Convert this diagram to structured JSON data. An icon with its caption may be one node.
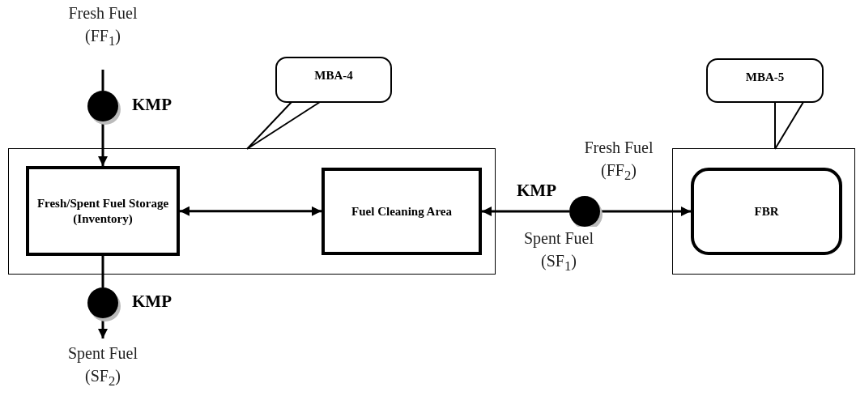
{
  "diagram": {
    "nodes": [
      {
        "text": [
          "Fresh Fuel (FF$_{1}$)"
        ]
      },
      {
        "text": [],
        "shape": "circle",
        "beside": [
          "KMP"
        ]
      },
      {
        "text": [],
        "shape": "box"
      },
      {
        "text": [
          "Fresh/Spent Fuel Storage (Inventory)"
        ],
        "in": 2
      },
      {
        "text": [
          "Fuel Cleaning Area"
        ],
        "in": 2
      },
      {
        "text": [
          "MBA-4"
        ]
      },
      {
        "text": [],
        "shape": "circle",
        "beside": [
          "KMP"
        ]
      },
      {
        "text": [
          "Spent Fuel (SF$_{2}$)"
        ]
      },
      {
        "text": [],
        "shape": "circle",
        "beside": [
          "KMP"
        ]
      },
      {
        "text": [],
        "shape": "box"
      },
      {
        "text": [
          "FBR"
        ],
        "in": 9
      },
      {
        "text": [
          "MBA-5"
        ]
      }
    ],
    "edges": [
      {
        "from": 0,
        "to": 1,
        "arrow": "none"
      },
      {
        "from": 1,
        "to": 3,
        "arrow": "to"
      },
      {
        "from": 3,
        "to": 4,
        "arrow": "both"
      },
      {
        "from": 3,
        "to": 6,
        "arrow": "none"
      },
      {
        "from": 6,
        "to": 7,
        "arrow": "to"
      },
      {
        "from": 8,
        "to": 4,
        "arrow": "to",
        "label": "Spent Fuel (SF$_{1}$)"
      },
      {
        "from": 8,
        "to": 10,
        "arrow": "to",
        "label": "Fresh Fuel (FF$_{2}$)"
      },
      {
        "from": 5,
        "to": 2,
        "arrow": "none"
      },
      {
        "from": 11,
        "to": 9,
        "arrow": "none"
      }
    ]
  }
}
